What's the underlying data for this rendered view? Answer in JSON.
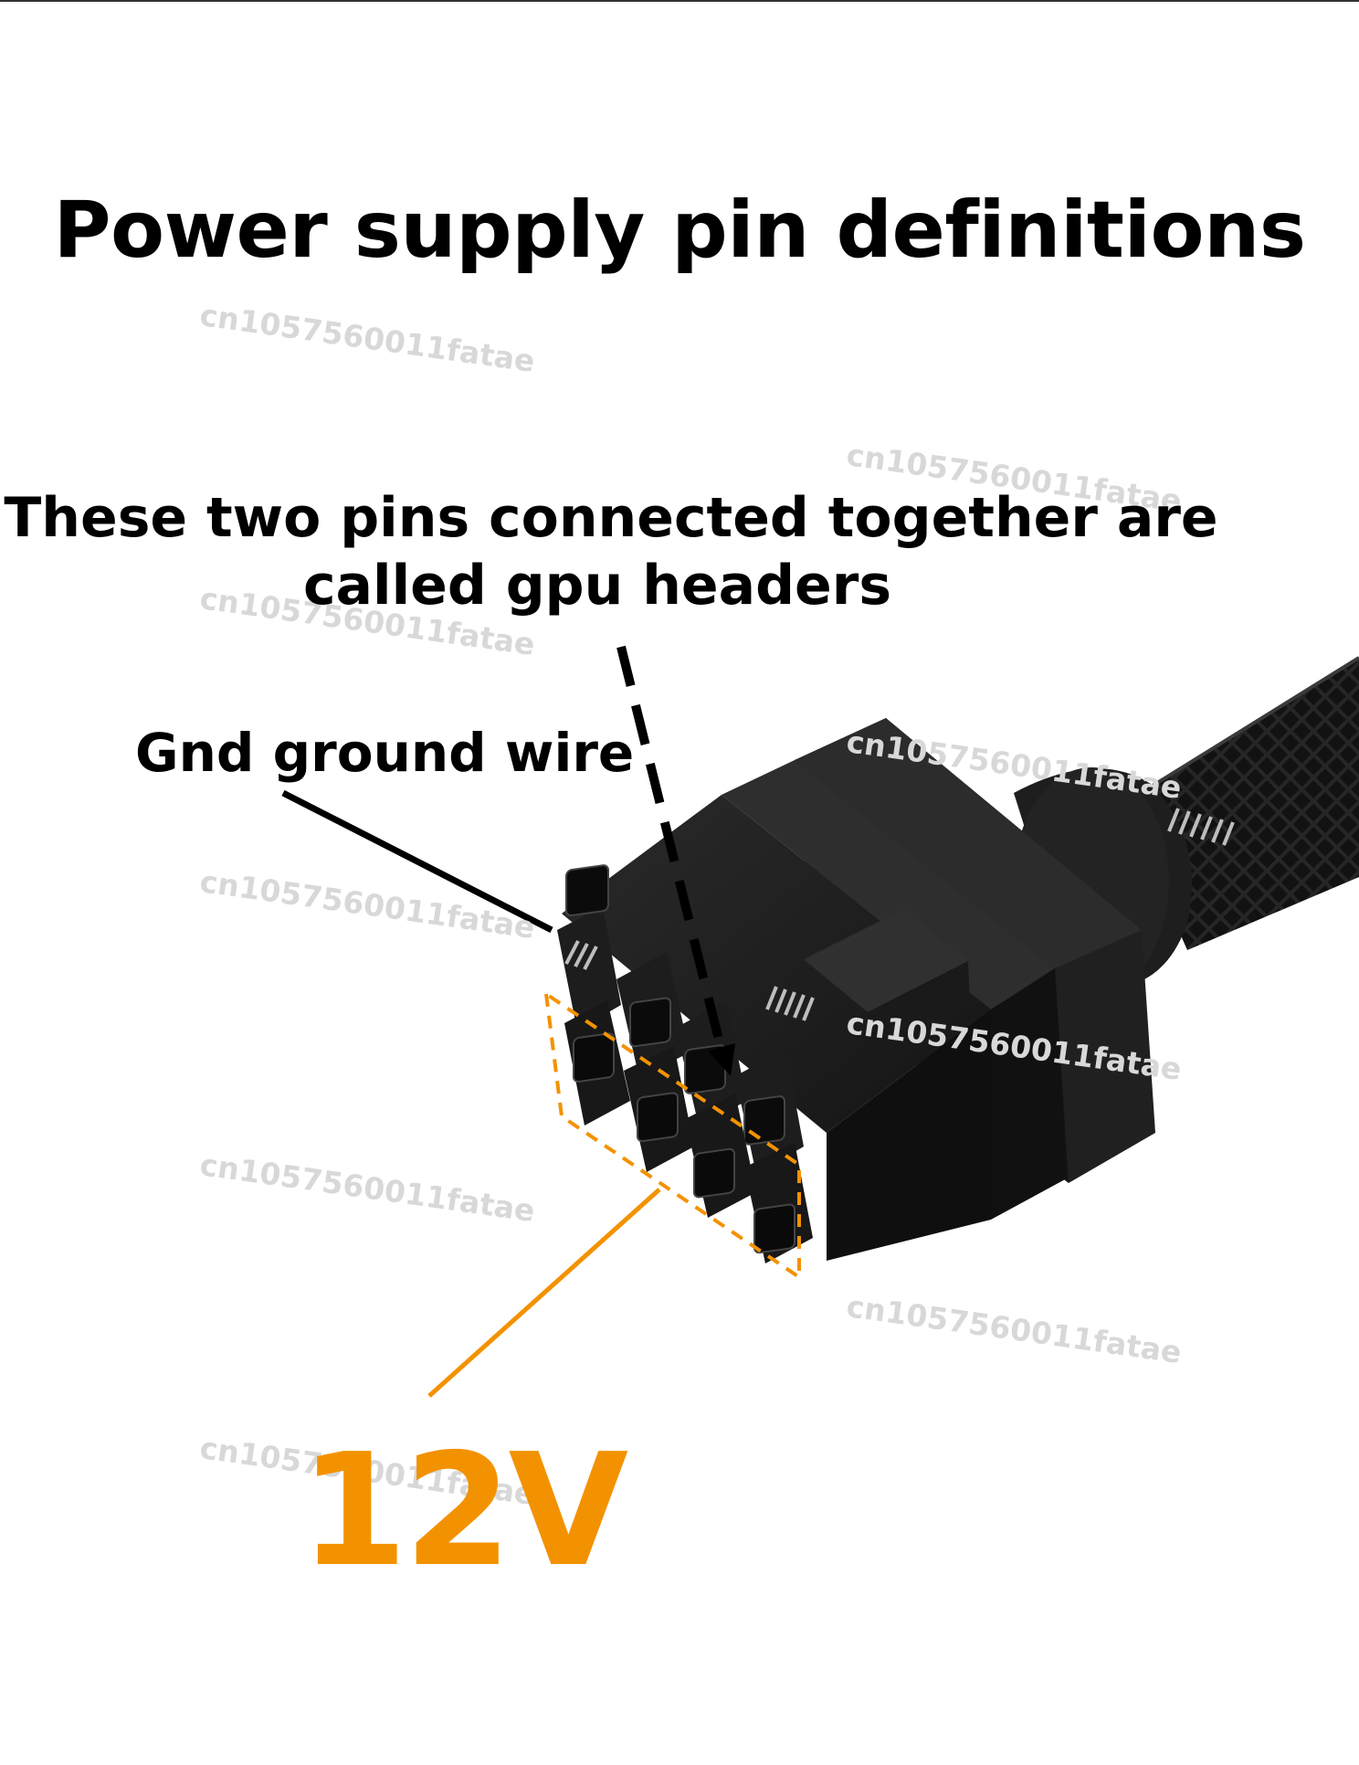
{
  "title": "Power supply pin definitions",
  "annotations": {
    "gpu_headers_line1": "These two pins connected together are",
    "gpu_headers_line2": "called gpu headers",
    "ground": "Gnd ground wire",
    "voltage": "12V"
  },
  "watermark": "cn1057560011fatae",
  "colors": {
    "background": "#ffffff",
    "text": "#000000",
    "accent_12v": "#f39200",
    "connector": "#1b1b1b",
    "watermark": "#d8d8d8"
  }
}
